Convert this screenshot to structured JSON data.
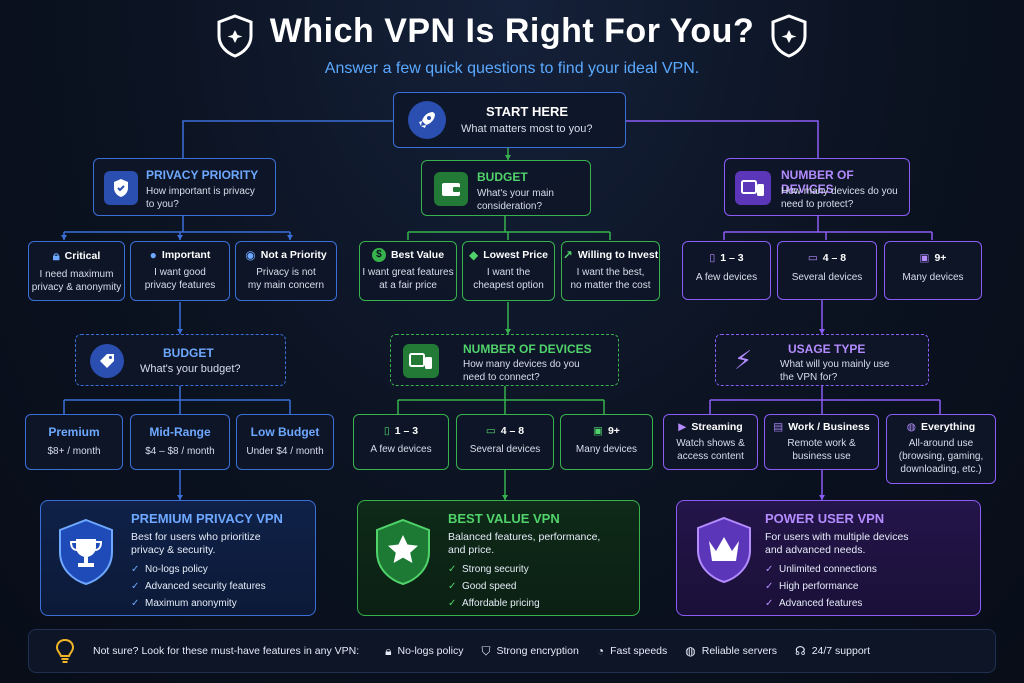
{
  "header": {
    "title": "Which VPN Is Right For You?",
    "subtitle": "Answer a few quick questions to find your ideal VPN."
  },
  "start": {
    "title": "START HERE",
    "question": "What matters most to you?"
  },
  "privacy": {
    "title": "PRIVACY PRIORITY",
    "question_1": "How important is privacy",
    "question_2": "to you?",
    "options": [
      {
        "label": "Critical",
        "desc_1": "I need maximum",
        "desc_2": "privacy & anonymity"
      },
      {
        "label": "Important",
        "desc_1": "I want good",
        "desc_2": "privacy features"
      },
      {
        "label": "Not a Priority",
        "desc_1": "Privacy is not",
        "desc_2": "my main concern"
      }
    ],
    "sub": {
      "title": "BUDGET",
      "question": "What's your budget?"
    },
    "sub_options": [
      {
        "label": "Premium",
        "desc": "$8+ / month"
      },
      {
        "label": "Mid-Range",
        "desc": "$4 – $8 / month"
      },
      {
        "label": "Low Budget",
        "desc": "Under $4 / month"
      }
    ],
    "result": {
      "title": "PREMIUM PRIVACY VPN",
      "desc_1": "Best for users who prioritize",
      "desc_2": "privacy & security.",
      "features": [
        "No-logs policy",
        "Advanced security features",
        "Maximum anonymity"
      ]
    }
  },
  "budget": {
    "title": "BUDGET",
    "question_1": "What's your main",
    "question_2": "consideration?",
    "options": [
      {
        "label": "Best Value",
        "desc_1": "I want great features",
        "desc_2": "at a fair price"
      },
      {
        "label": "Lowest Price",
        "desc_1": "I want the",
        "desc_2": "cheapest option"
      },
      {
        "label": "Willing to Invest",
        "desc_1": "I want the best,",
        "desc_2": "no matter the cost"
      }
    ],
    "sub": {
      "title": "NUMBER OF DEVICES",
      "question_1": "How many devices do you",
      "question_2": "need to connect?"
    },
    "sub_options": [
      {
        "label": "1 – 3",
        "desc": "A few devices"
      },
      {
        "label": "4 – 8",
        "desc": "Several devices"
      },
      {
        "label": "9+",
        "desc": "Many devices"
      }
    ],
    "result": {
      "title": "BEST VALUE VPN",
      "desc_1": "Balanced features, performance,",
      "desc_2": "and price.",
      "features": [
        "Strong security",
        "Good speed",
        "Affordable pricing"
      ]
    }
  },
  "devices": {
    "title": "NUMBER OF DEVICES",
    "question_1": "How many devices do you",
    "question_2": "need to protect?",
    "options": [
      {
        "label": "1 – 3",
        "desc": "A few devices"
      },
      {
        "label": "4 – 8",
        "desc": "Several devices"
      },
      {
        "label": "9+",
        "desc": "Many devices"
      }
    ],
    "sub": {
      "title": "USAGE TYPE",
      "question_1": "What will you mainly use",
      "question_2": "the VPN for?"
    },
    "sub_options": [
      {
        "label": "Streaming",
        "desc_1": "Watch shows &",
        "desc_2": "access content",
        "desc_3": ""
      },
      {
        "label": "Work / Business",
        "desc_1": "Remote work &",
        "desc_2": "business use",
        "desc_3": ""
      },
      {
        "label": "Everything",
        "desc_1": "All-around use",
        "desc_2": "(browsing, gaming,",
        "desc_3": "downloading, etc.)"
      }
    ],
    "result": {
      "title": "POWER USER VPN",
      "desc_1": "For users with multiple devices",
      "desc_2": "and advanced needs.",
      "features": [
        "Unlimited connections",
        "High performance",
        "Advanced features"
      ]
    }
  },
  "footer": {
    "lead": "Not sure? Look for these must-have features in any VPN:",
    "items": [
      "No-logs policy",
      "Strong encryption",
      "Fast speeds",
      "Reliable servers",
      "24/7 support"
    ]
  },
  "colors": {
    "blue": "#3b6fd8",
    "green": "#37b24d",
    "purple": "#8b5cf6"
  }
}
